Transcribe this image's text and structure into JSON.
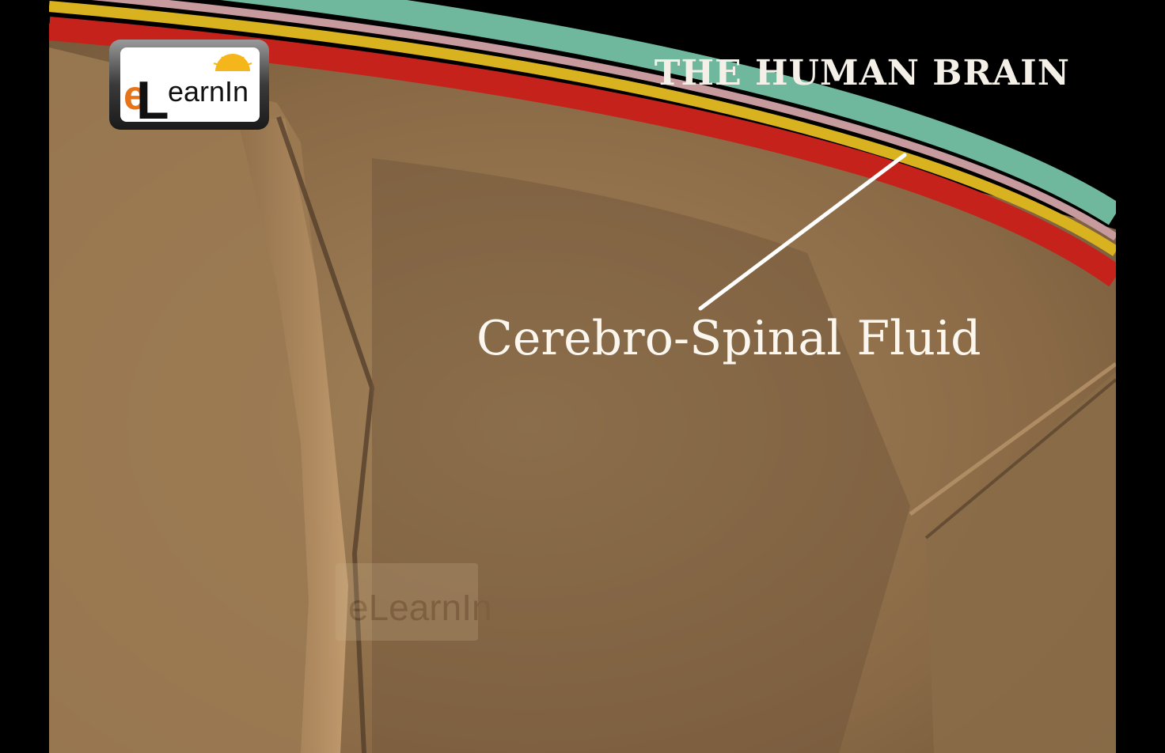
{
  "video": {
    "title": "THE HUMAN BRAIN",
    "annotation_label": "Cerebro-Spinal Fluid"
  },
  "logo": {
    "initial_e": "e",
    "initial_l": "L",
    "wordmark": "earnIn",
    "watermark_text": "eLearnIn"
  },
  "colors": {
    "background": "#000000",
    "brain_tan": "#a98558",
    "membrane_red": "#c4221b",
    "membrane_yellow": "#d9b21f",
    "membrane_pink": "#c79a9e",
    "membrane_teal": "#6fb89e",
    "logo_orange": "#e8741a"
  }
}
